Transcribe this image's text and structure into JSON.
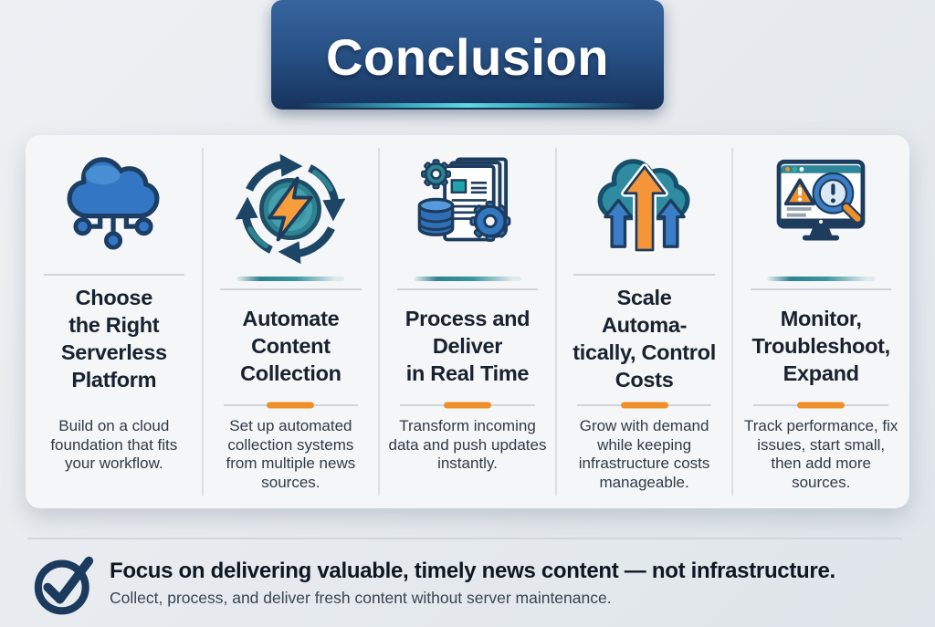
{
  "banner": {
    "title": "Conclusion"
  },
  "columns": [
    {
      "icon": "cloud-network-icon",
      "title": "Choose\nthe Right\nServerless\nPlatform",
      "description": "Build on a cloud foundation that fits your workflow.",
      "has_accent": false,
      "has_icon_shadow": false
    },
    {
      "icon": "automation-cycle-icon",
      "title": "Automate\nContent\nCollection",
      "description": "Set up automated collection systems from multiple news sources.",
      "has_accent": true,
      "has_icon_shadow": true
    },
    {
      "icon": "data-processing-icon",
      "title": "Process and\nDeliver\nin Real Time",
      "description": "Transform incoming data and push updates instantly.",
      "has_accent": true,
      "has_icon_shadow": true
    },
    {
      "icon": "cloud-scale-icon",
      "title": "Scale\nAutoma-\ntically, Control\nCosts",
      "description": "Grow with demand while keeping infrastructure costs manageable.",
      "has_accent": true,
      "has_icon_shadow": false
    },
    {
      "icon": "monitor-alert-icon",
      "title": "Monitor,\nTroubleshoot,\nExpand",
      "description": "Track performance, fix issues, start small, then add more sources.",
      "has_accent": true,
      "has_icon_shadow": true
    }
  ],
  "footer": {
    "icon": "check-circle-icon",
    "heading": "Focus on delivering valuable, timely news content — not infrastructure.",
    "subheading": "Collect, process, and deliver fresh content without server maintenance."
  },
  "colors": {
    "accent_orange": "#EF8F2A",
    "banner_blue_top": "#38659F",
    "banner_blue_bottom": "#16335C",
    "banner_glow_teal": "#62D6E2",
    "page_background": "#E7EBEF",
    "card_background": "#F4F6F8",
    "title_text": "#18222E",
    "body_text": "#303B46",
    "divider_gray": "#CFD5DA",
    "icon_navy": "#1D3C5E",
    "icon_blue": "#3277C0",
    "icon_teal": "#2E8291"
  }
}
